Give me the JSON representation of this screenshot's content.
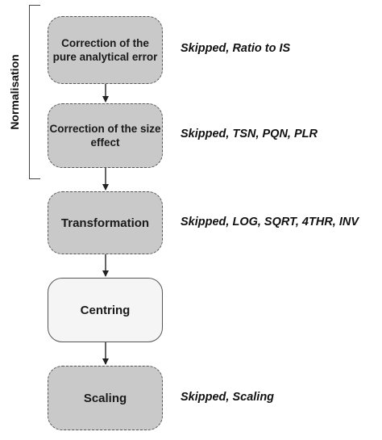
{
  "group": {
    "label": "Normalisation"
  },
  "steps": [
    {
      "label": "Correction of the pure analytical error",
      "options": "Skipped, Ratio to IS"
    },
    {
      "label": "Correction of the size effect",
      "options": "Skipped, TSN, PQN, PLR"
    },
    {
      "label": "Transformation",
      "options": "Skipped, LOG, SQRT, 4THR, INV"
    },
    {
      "label": "Centring",
      "options": ""
    },
    {
      "label": "Scaling",
      "options": "Skipped, Scaling"
    }
  ]
}
